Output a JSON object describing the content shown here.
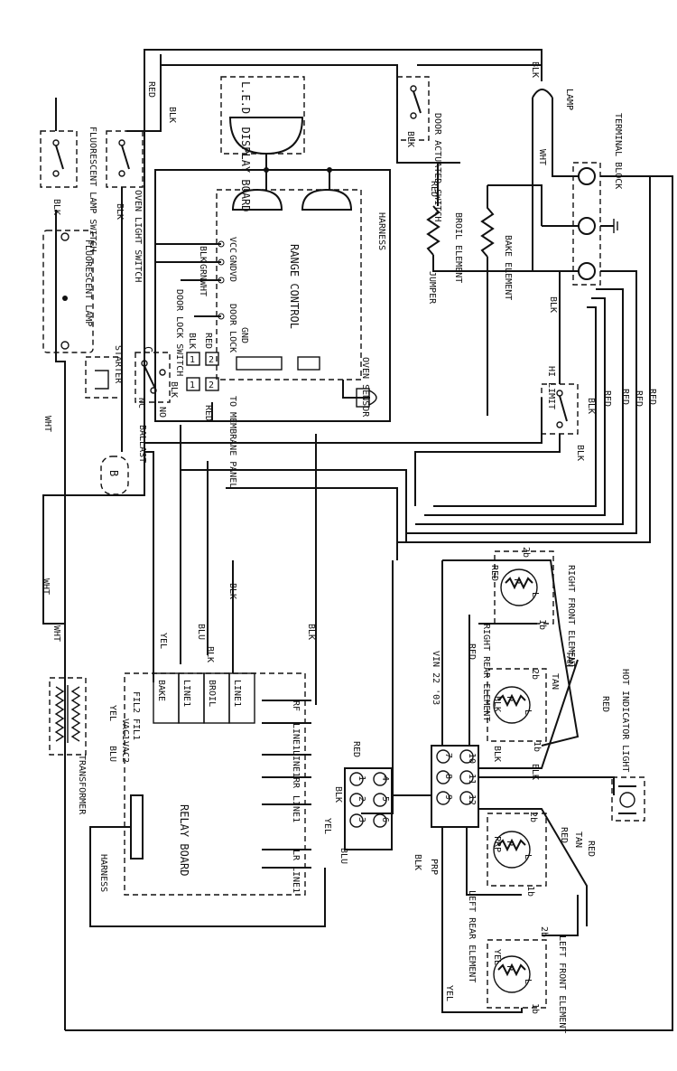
{
  "components": {
    "display_board": "L.E.D. DISPLAY BOARD",
    "fluorescent_lamp_switch": "FLUORESCENT LAMP SWITCH",
    "oven_light_switch": "OVEN LIGHT SWITCH",
    "fluorescent_lamp": "FLUORESCENT LAMP",
    "starter": "STARTER",
    "ballast": "BALLAST",
    "ballast_b": "B",
    "door_lock_switch": "DOOR LOCK SWITCH",
    "door_switch_c": "C",
    "range_control": "RANGE CONTROL",
    "harness_top": "HARNESS",
    "oven_sensor": "OVEN SENSOR",
    "membrane_panel": "TO MEMBRANE PANEL",
    "door_actuated_switch": "DOOR ACTUATED SWITCH",
    "lamp": "LAMP",
    "terminal_block": "TERMINAL BLOCK",
    "broil_element": "BROIL ELEMENT",
    "bake_element": "BAKE ELEMENT",
    "jumper": "JUMPER",
    "hi_limit": "HI LIMIT",
    "transformer": "TRANSFORMER",
    "relay_board": "RELAY BOARD",
    "harness_bottom": "HARNESS",
    "right_front_element": "RIGHT FRONT ELEMENT",
    "right_rear_element": "RIGHT REAR ELEMENT",
    "left_rear_element": "LEFT REAR ELEMENT",
    "left_front_element": "LEFT FRONT ELEMENT",
    "hot_indicator_light": "HOT INDICATOR LIGHT",
    "vin_note": "VIN 22 '03"
  },
  "control_pins": {
    "vcc": "VCC",
    "gnd": "GND",
    "vd": "VD",
    "door_lock": "DOOR LOCK",
    "gnd2": "GND"
  },
  "switch_contacts": {
    "nc": "NC",
    "no": "NO",
    "one": "1",
    "two": "2"
  },
  "relay_labels": {
    "bake": "BAKE",
    "line1_a": "LINE1",
    "broil": "BROIL",
    "line1_b": "LINE1",
    "rf": "RF",
    "line1_c": "LINE1",
    "rr": "RR",
    "line1_d": "LINE1",
    "lr": "LR",
    "line1_e": "LINE1",
    "line1_f": "LINE1",
    "fil2": "FIL2",
    "fil1": "FIL1",
    "vac1": "VAC1",
    "vac2": "VAC2"
  },
  "wire_colors": {
    "red": "RED",
    "blk": "BLK",
    "wht": "WHT",
    "grn": "GRN",
    "yel": "YEL",
    "blu": "BLU",
    "tan": "TAN",
    "prp": "PRP"
  },
  "element_terminals": {
    "t2b": "2b",
    "t1b": "1b",
    "tp": "P",
    "tl": "L"
  },
  "terminal_numbers": [
    "1",
    "2",
    "3",
    "4",
    "5",
    "6",
    "7",
    "8",
    "9",
    "10",
    "11",
    "12"
  ]
}
